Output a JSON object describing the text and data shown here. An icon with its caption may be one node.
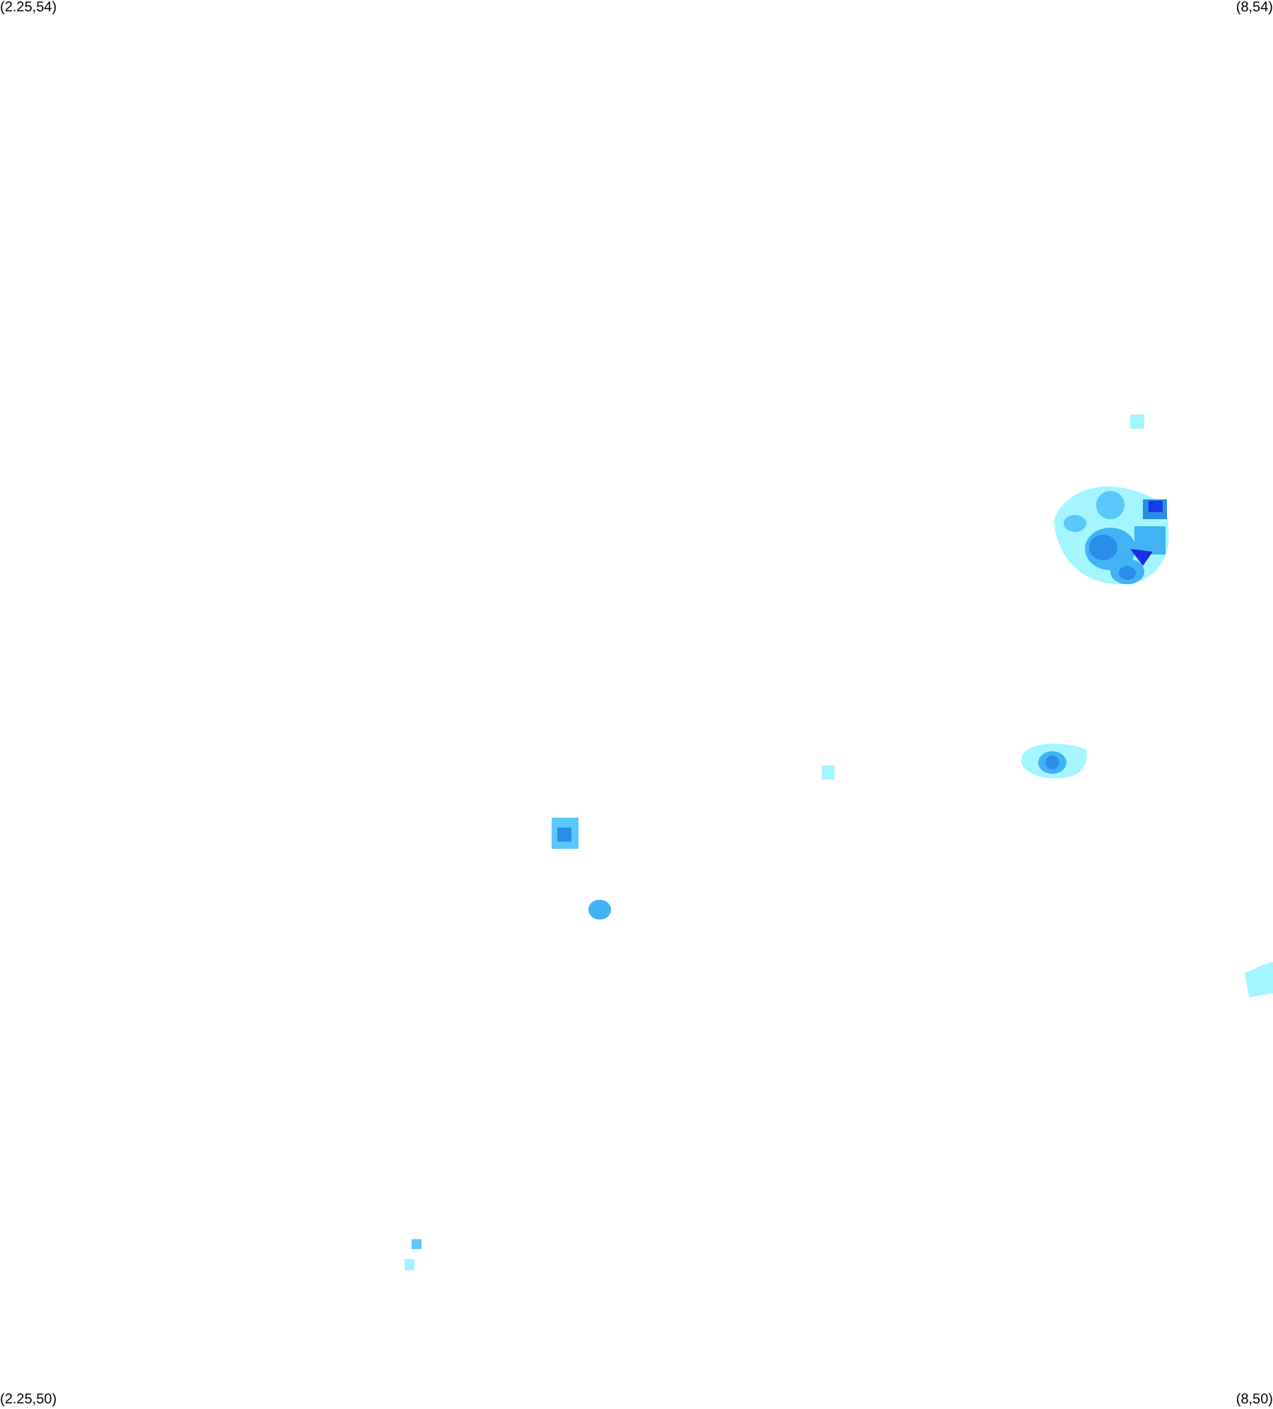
{
  "diagram": {
    "labels": [
      "(2.25,54)",
      "(8,54)",
      "(2.25,50)",
      "(8,50)"
    ]
  }
}
